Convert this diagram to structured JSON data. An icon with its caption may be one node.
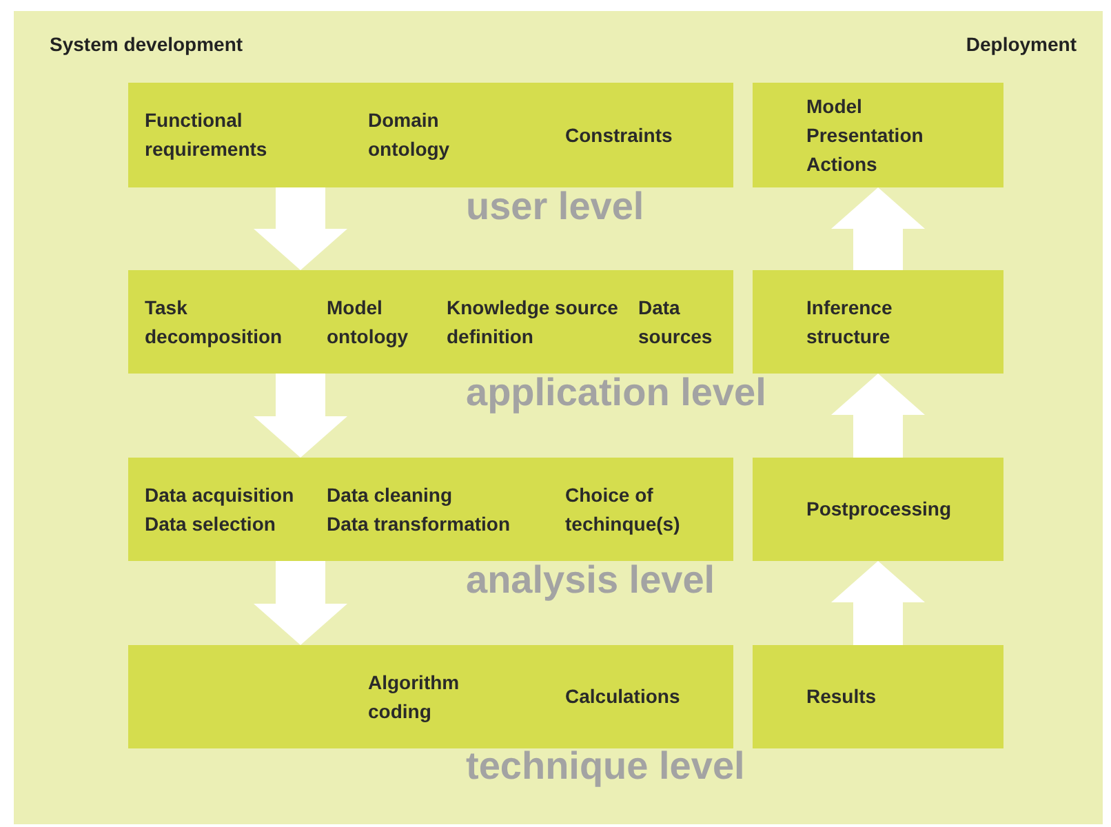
{
  "diagram": {
    "nodes": [
      {
        "text": [
          "Functional requirements",
          "Domain ontology",
          "Constraints"
        ]
      },
      {
        "text": [
          "Task decomposition",
          "Model ontology",
          "Knowledge source definition",
          "Data sources"
        ]
      },
      {
        "text": [
          "Data acquisition",
          "Data selection",
          "Data cleaning",
          "Data transformation",
          "Choice of techinque(s)"
        ]
      },
      {
        "text": [
          "Algorithm coding",
          "Calculations"
        ]
      },
      {
        "text": [
          "Model",
          "Presentation",
          "Actions"
        ]
      },
      {
        "text": [
          "Inference structure"
        ]
      },
      {
        "text": [
          "Postprocessing"
        ]
      },
      {
        "text": [
          "Results"
        ]
      }
    ],
    "edges": [
      {
        "from": 0,
        "to": 1,
        "arrow": "to"
      },
      {
        "from": 1,
        "to": 2,
        "arrow": "to"
      },
      {
        "from": 2,
        "to": 3,
        "arrow": "to"
      },
      {
        "from": 7,
        "to": 6,
        "arrow": "to"
      },
      {
        "from": 6,
        "to": 5,
        "arrow": "to"
      },
      {
        "from": 5,
        "to": 4,
        "arrow": "to"
      }
    ],
    "labels": [
      "System development",
      "Deployment",
      "user level",
      "application level",
      "analysis level",
      "technique level"
    ]
  }
}
